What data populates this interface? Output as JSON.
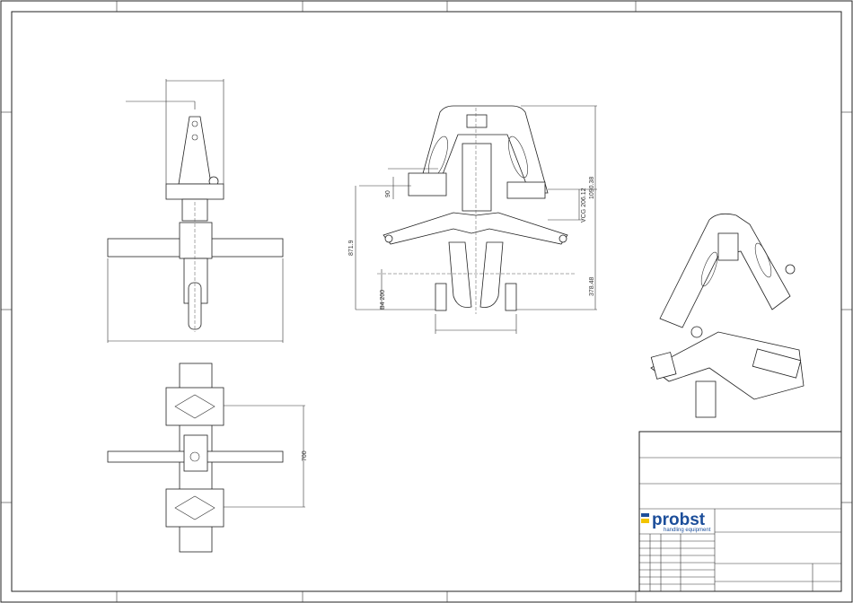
{
  "side_view": {
    "dimensions": [
      "871.9",
      "90",
      "VCG 206.12",
      "1090.38",
      "378.48",
      "B4 200"
    ]
  },
  "plan_view": {
    "dimensions": [
      "700"
    ]
  },
  "title_block": {
    "brand": "probst",
    "tagline": "handling equipment"
  },
  "colors": {
    "brand_blue": "#1c4e9a",
    "brand_yellow": "#f2c400",
    "line": "#222222"
  }
}
